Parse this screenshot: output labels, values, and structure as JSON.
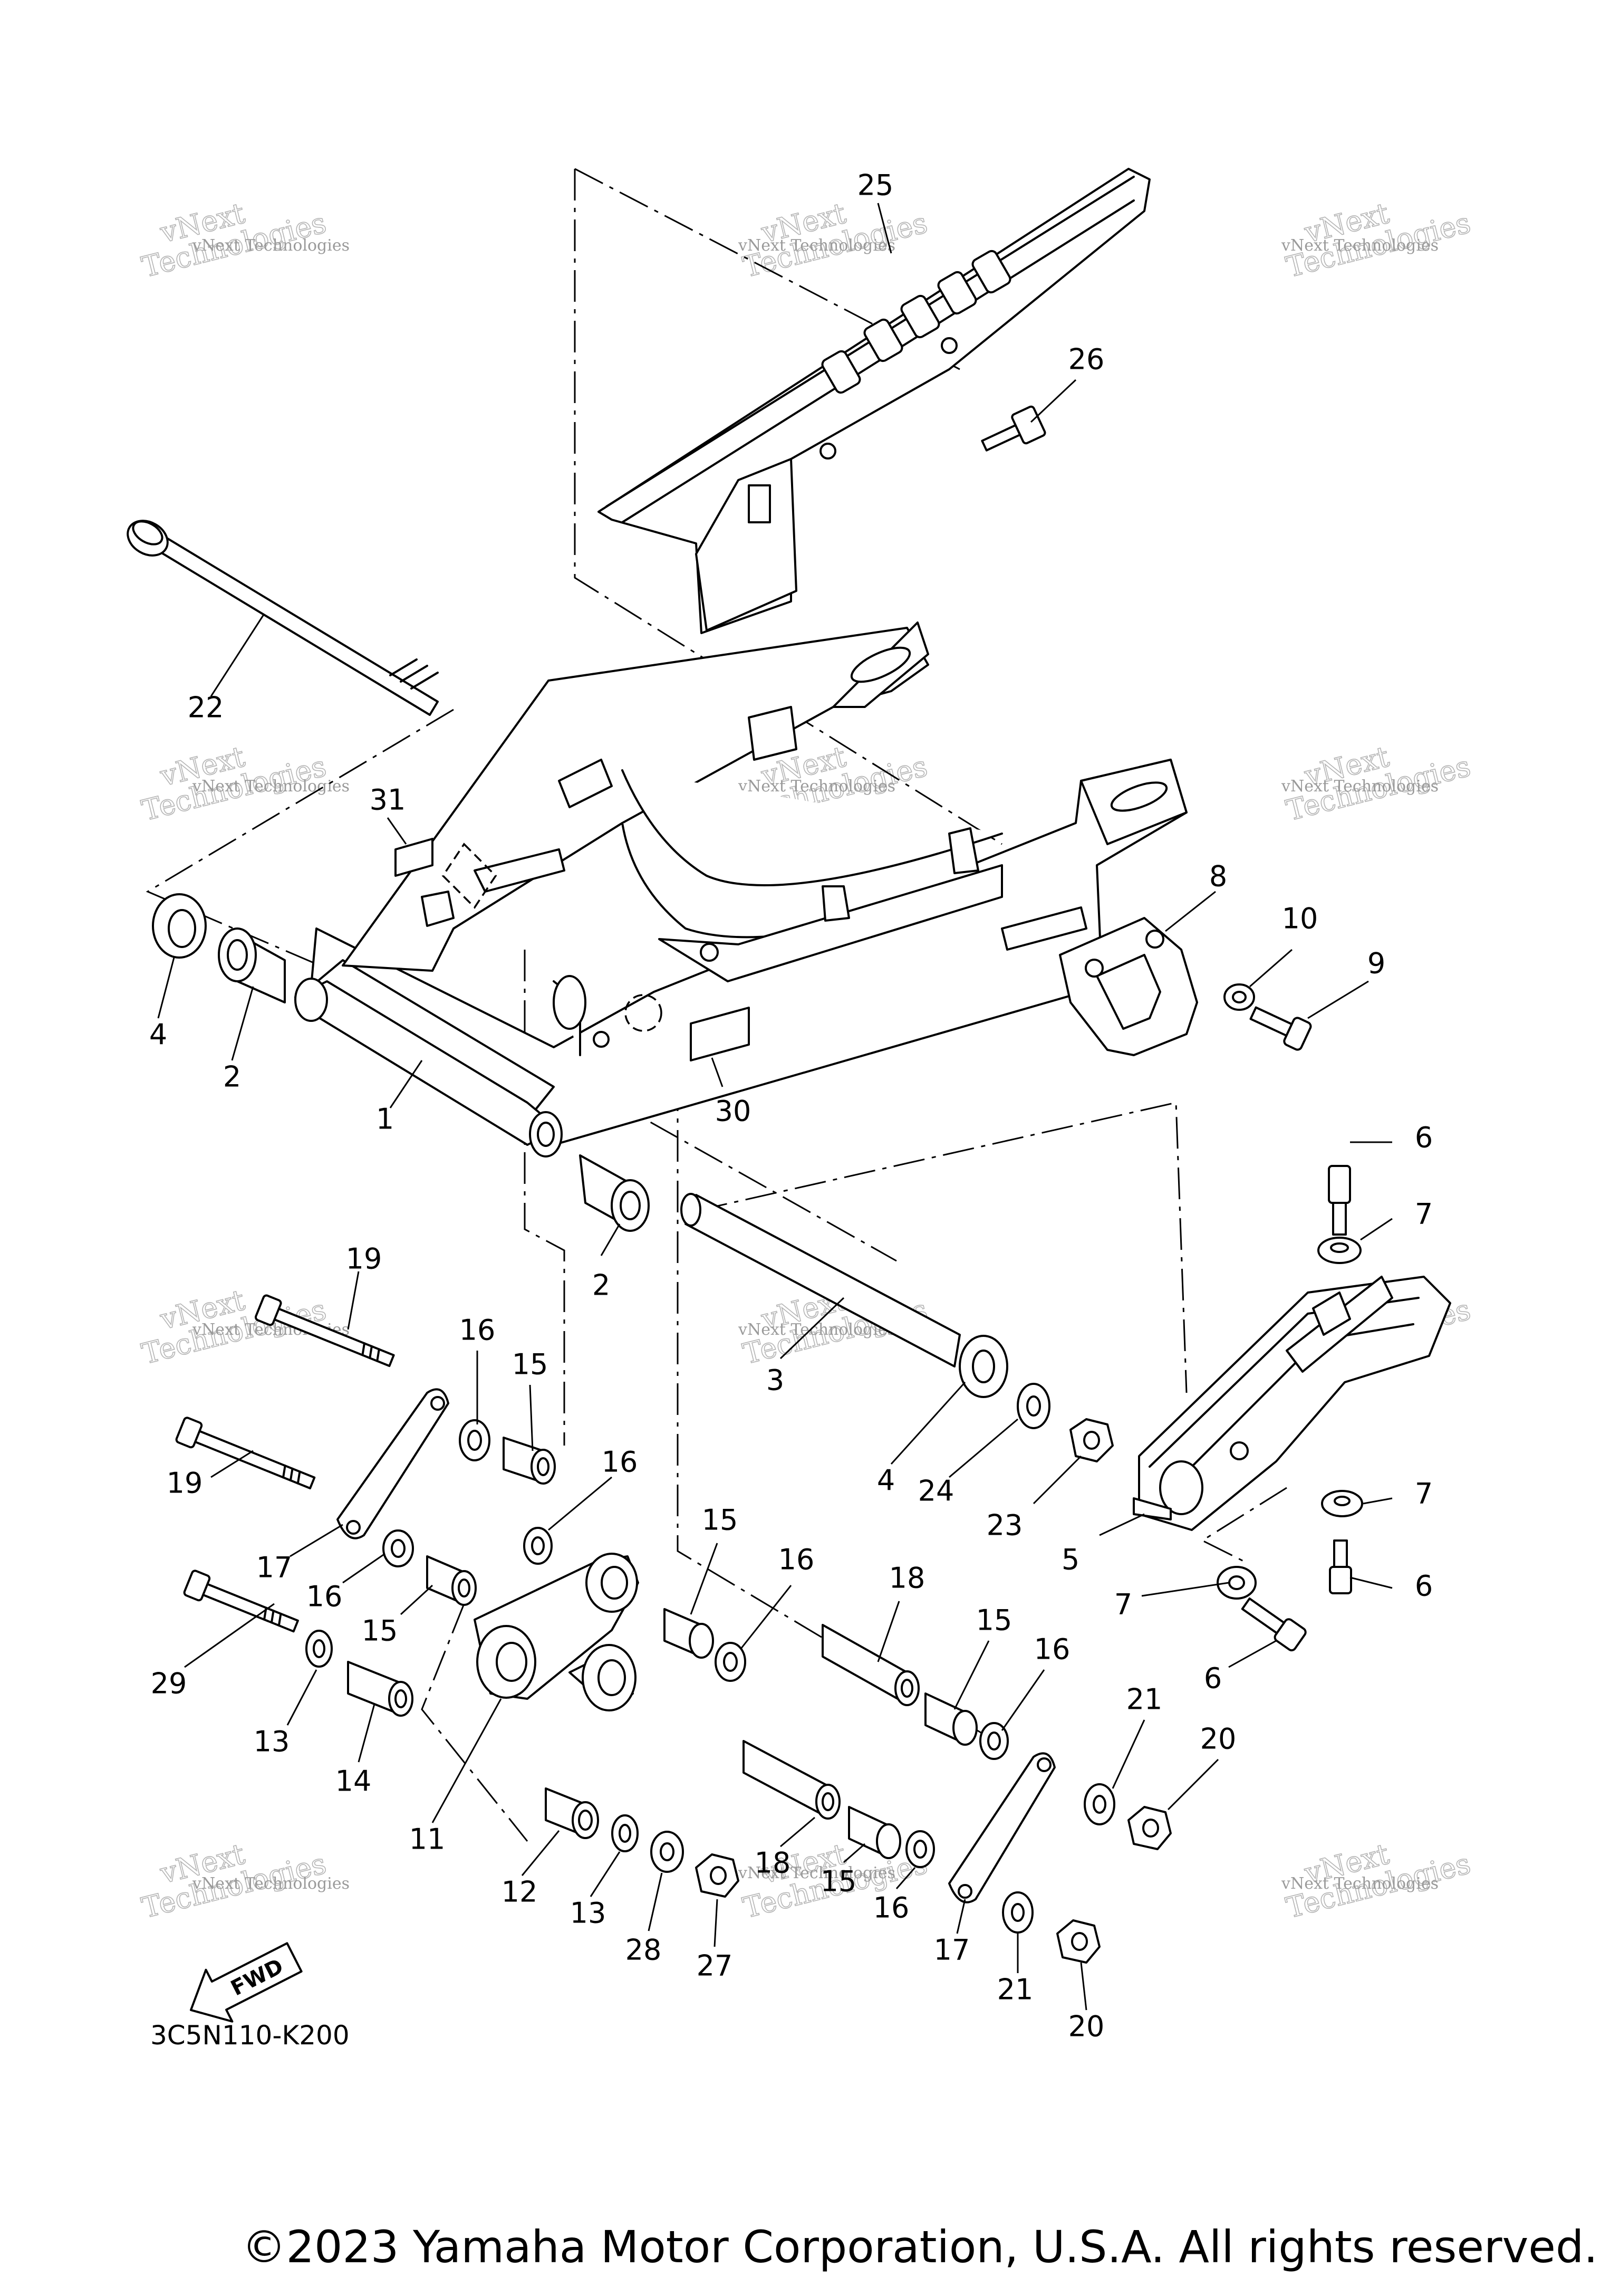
{
  "diagram": {
    "part_numbers": [
      "1",
      "2",
      "3",
      "4",
      "5",
      "6",
      "7",
      "8",
      "9",
      "10",
      "11",
      "12",
      "13",
      "14",
      "15",
      "16",
      "17",
      "18",
      "19",
      "20",
      "21",
      "22",
      "23",
      "24",
      "25",
      "26",
      "27",
      "28",
      "29",
      "30",
      "31"
    ],
    "diagram_code": "3C5N110-K200",
    "direction_label": "FWD",
    "watermark": {
      "small": "vNext Technologies",
      "large": "vNext Technologies",
      "line1": "vNext",
      "line2": "Technologies"
    },
    "colors": {
      "ink": "#000000",
      "paper": "#ffffff",
      "watermark": "#9a9a9a"
    }
  },
  "footer": {
    "copyright": "©2023 Yamaha Motor Corporation, U.S.A. All rights reserved."
  }
}
